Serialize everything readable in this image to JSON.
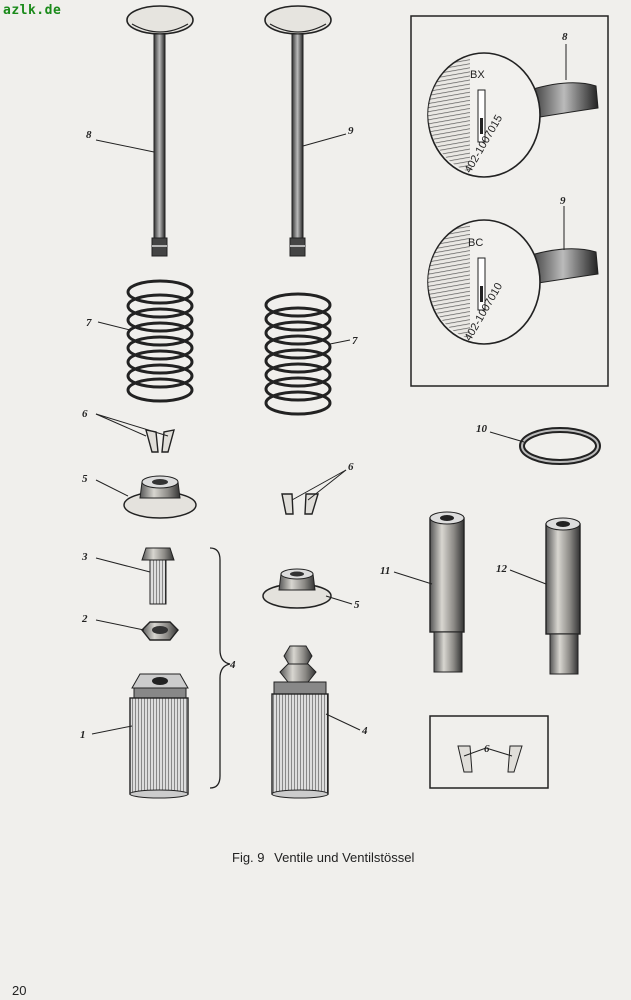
{
  "watermark": "azlk.de",
  "caption": {
    "fig": "Fig. 9",
    "title": "Ventile und Ventilstössel"
  },
  "page_number": "20",
  "inset": {
    "intake_mark": "BX",
    "intake_part_no": "402-1007015",
    "exhaust_mark": "BC",
    "exhaust_part_no": "402-1007010"
  },
  "labels": {
    "l8": "8",
    "l9": "9",
    "l7a": "7",
    "l7b": "7",
    "l6a": "6",
    "l6b": "6",
    "l6c": "6",
    "l5a": "5",
    "l5b": "5",
    "l3": "3",
    "l2": "2",
    "l1": "1",
    "l4a": "4",
    "l4b": "4",
    "l10": "10",
    "l11": "11",
    "l12": "12",
    "inset8": "8",
    "inset9": "9"
  }
}
